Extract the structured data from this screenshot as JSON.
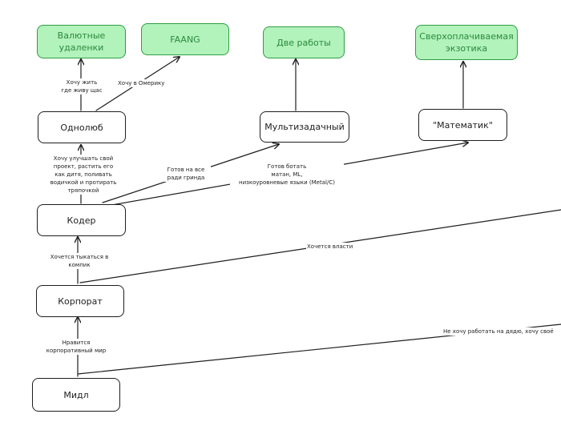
{
  "nodes": {
    "valyutnye": "Валютные удаленки",
    "faang": "FAANG",
    "dve_raboty": "Две работы",
    "ekzotika": "Сверхоплачиваемая экзотика",
    "odnolyub": "Однолюб",
    "multizadachny": "Мультизадачный",
    "matematik": "\"Математик\"",
    "koder": "Кодер",
    "korporat": "Корпорат",
    "midl": "Мидл"
  },
  "edges": {
    "zhit_line1": "Хочу жить",
    "zhit_line2": "где живу щас",
    "omeriku": "Хочу в Омерику",
    "uluchshat": [
      "Хочу улучшать свой",
      "проект, растить его",
      "как дитя, поливать",
      "водичкой и протирать",
      "тряпочкой"
    ],
    "grind": [
      "Готов на все",
      "ради гринда"
    ],
    "botat": [
      "Готов  ботать",
      "матан, ML,",
      "низкоуровневые языки (Metal/C)"
    ],
    "vlasti": "Хочется власти",
    "tykatsya": [
      "Хочется тыкаться в",
      "компик"
    ],
    "nravitsya": [
      "Нравится",
      "корпоративный мир"
    ],
    "ne_hochu": "Не хочу работать на дядю, хочу своё"
  }
}
